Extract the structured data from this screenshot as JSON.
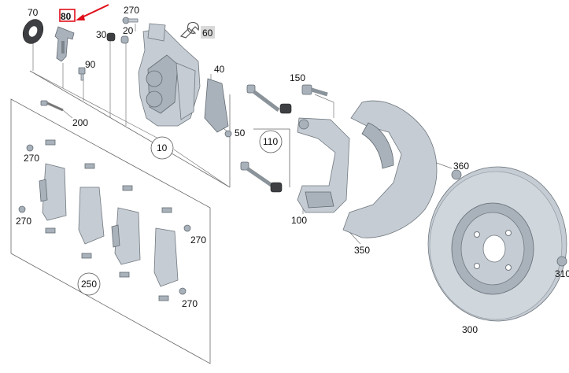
{
  "labels": {
    "p70": "70",
    "p80": "80",
    "p270_top": "270",
    "p30": "30",
    "p20": "20",
    "p60": "60",
    "p90": "90",
    "p40": "40",
    "p150": "150",
    "p200": "200",
    "p10": "10",
    "p50": "50",
    "p110": "110",
    "p360": "360",
    "p270_a": "270",
    "p270_b": "270",
    "p270_c": "270",
    "p270_d": "270",
    "p100": "100",
    "p350": "350",
    "p310": "310",
    "p250": "250",
    "p300": "300"
  },
  "colors": {
    "highlight": "#e0101a",
    "part_fill": "#c5ccd3",
    "part_shade": "#a9b2bb",
    "part_outline": "#717980"
  },
  "icons": {
    "service": "wrench-icon"
  }
}
